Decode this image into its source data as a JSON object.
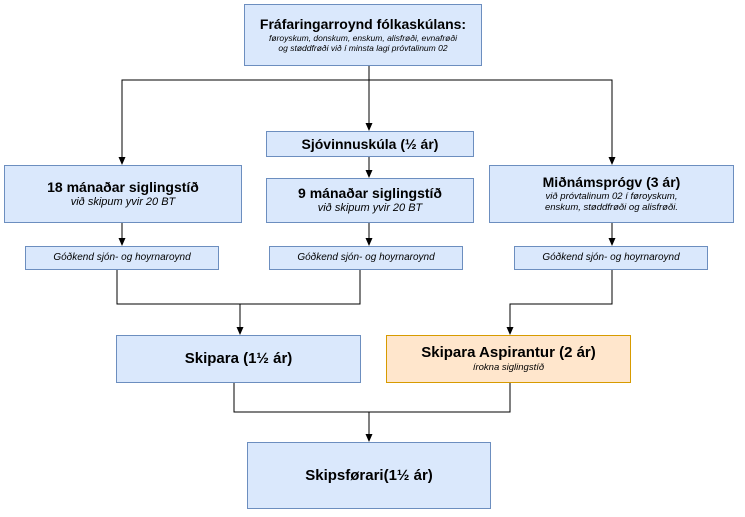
{
  "nodes": {
    "top": {
      "title": "Fráfaringarroynd fólkaskúlans:",
      "line1": "føroyskum, donskum, enskum, alisfrøði, evnafrøði",
      "line2": "og støddfrøði við í minsta lagi próvtalinum 02"
    },
    "sjovinnuskula": {
      "title": "Sjóvinnuskúla (½ ár)"
    },
    "left_seatime": {
      "title": "18 mánaðar siglingstíð",
      "sub": "við skipum yvir 20 BT"
    },
    "mid_seatime": {
      "title": "9 mánaðar siglingstíð",
      "sub": "við skipum yvir 20 BT"
    },
    "right_exam": {
      "title": "Miðnámsprógv (3 ár)",
      "line1": "við próvtalinum 02 í føroyskum,",
      "line2": "enskum, støddfrøði og alisfrøði."
    },
    "vision_left": {
      "label": "Góðkend sjón- og hoyrnaroynd"
    },
    "vision_mid": {
      "label": "Góðkend sjón- og hoyrnaroynd"
    },
    "vision_right": {
      "label": "Góðkend sjón- og hoyrnaroynd"
    },
    "skipara": {
      "title": "Skipara (1½ ár)"
    },
    "aspirantur": {
      "title": "Skipara Aspirantur (2 ár)",
      "sub": "írokna siglingstíð"
    },
    "skipsforari": {
      "title": "Skipsførari(1½ ár)"
    }
  },
  "colors": {
    "box_fill": "#dae8fc",
    "box_border": "#6c8ebf",
    "highlight_fill": "#ffe6cc",
    "highlight_border": "#d79b00",
    "line": "#000000"
  }
}
